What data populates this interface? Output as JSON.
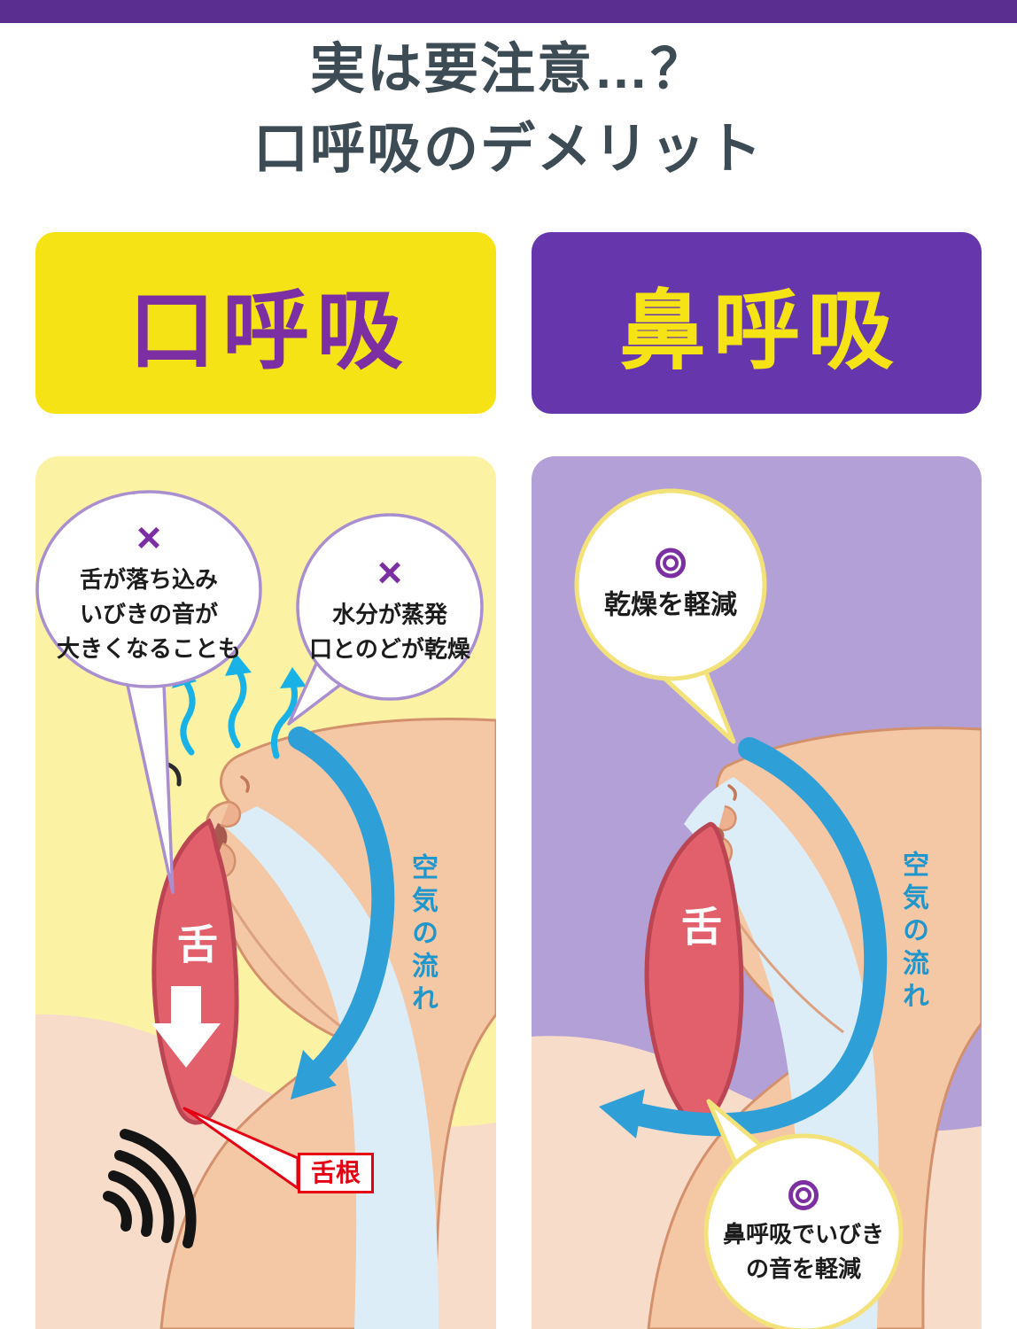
{
  "page": {
    "title_line1": "実は要注意…？",
    "title_line2": "口呼吸のデメリット"
  },
  "mouth": {
    "header": "口呼吸",
    "bubble_tongue": {
      "mark": "×",
      "line1": "舌が落ち込み",
      "line2": "いびきの音が",
      "line3": "大きくなることも"
    },
    "bubble_dry": {
      "mark": "×",
      "line1": "水分が蒸発",
      "line2": "口とのどが乾燥"
    },
    "tongue_label": "舌",
    "airflow_label": "空気の流れ",
    "tongue_root_label": "舌根"
  },
  "nose": {
    "header": "鼻呼吸",
    "bubble_dry": {
      "mark": "◎",
      "line1": "乾燥を軽減"
    },
    "bubble_snore": {
      "mark": "◎",
      "line1": "鼻呼吸でいびき",
      "line2": "の音を軽減"
    },
    "tongue_label": "舌",
    "airflow_label": "空気の流れ"
  },
  "colors": {
    "accent_purple": "#5a2d90",
    "header_purple": "#6636ac",
    "header_yellow": "#f6e316",
    "title_text": "#3d4b54",
    "panel_yellow": "#fbf3a3",
    "panel_purple": "#b3a0d6",
    "skin": "#f4c7a5",
    "skin_light": "#f8dcca",
    "airway_blue": "#dcedf7",
    "tongue_red": "#e2606c",
    "flow_arrow_blue": "#2f9fd8",
    "evaporation_cyan": "#18b2e6",
    "bubble_border_purple": "#a98fd0",
    "bubble_border_yellow": "#f3e27a",
    "root_red": "#e50012"
  }
}
